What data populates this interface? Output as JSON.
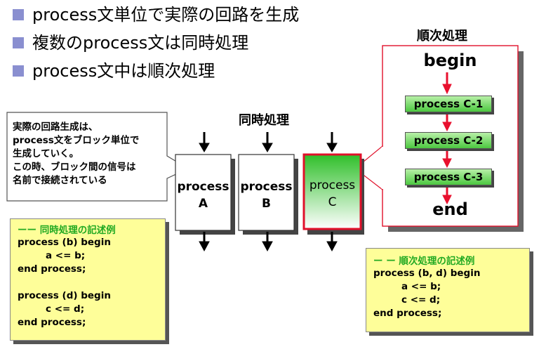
{
  "bullets": [
    "process文単位で実際の回路を生成",
    "複数のprocess文は同時処理",
    "process文中は順次処理"
  ],
  "headings": {
    "concurrent": "同時処理",
    "sequential": "順次処理"
  },
  "callout": {
    "lines": [
      "実際の回路生成は、",
      "process文をブロック単位で",
      "生成していく。",
      "この時、ブロック間の信号は",
      "名前で接続されている"
    ]
  },
  "process_boxes": [
    {
      "line1": "process",
      "line2": "A"
    },
    {
      "line1": "process",
      "line2": "B"
    },
    {
      "line1": "process",
      "line2": "C"
    }
  ],
  "sequence": {
    "begin": "begin",
    "steps": [
      "process C-1",
      "process C-2",
      "process C-3"
    ],
    "end": "end"
  },
  "notes": {
    "concurrent": {
      "title": "ーー 同時処理の記述例",
      "lines": [
        "process (b) begin",
        "        a <= b;",
        "end process;",
        "",
        "process (d) begin",
        "        c <= d;",
        "end process;"
      ]
    },
    "sequential": {
      "title": "ー ー 順次処理の記述例",
      "lines": [
        "process (b, d) begin",
        "        a <= b;",
        "        c <= d;",
        "end process;"
      ]
    }
  },
  "colors": {
    "bullet": "#8a8fd0",
    "note_bg": "#fefe99",
    "note_title": "#22aa22",
    "highlight_border": "#e0102a",
    "step_green": "#4cc840",
    "seq_arrow": "#e8102e"
  }
}
